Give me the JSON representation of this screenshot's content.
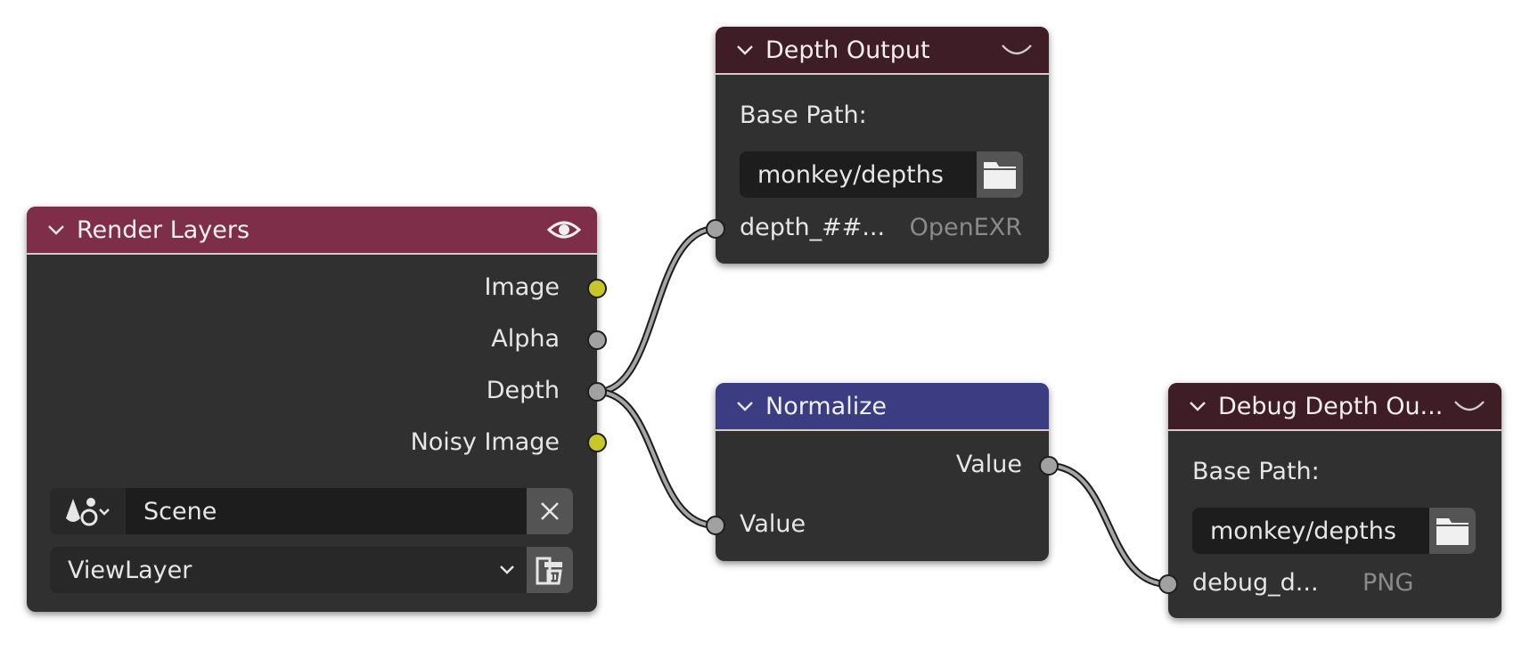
{
  "nodes": {
    "render_layers": {
      "title": "Render Layers",
      "header_color": "#7e2e48",
      "outputs": [
        "Image",
        "Alpha",
        "Depth",
        "Noisy Image"
      ],
      "scene": "Scene",
      "view_layer": "ViewLayer"
    },
    "depth_output": {
      "title": "Depth Output",
      "header_color": "#3f1d27",
      "base_path_label": "Base Path:",
      "base_path": "monkey/depths",
      "input_name": "depth_##...",
      "format": "OpenEXR"
    },
    "normalize": {
      "title": "Normalize",
      "header_color": "#3c3c83",
      "output": "Value",
      "input": "Value"
    },
    "debug_depth_output": {
      "title": "Debug Depth Ou...",
      "header_color": "#3f1d27",
      "base_path_label": "Base Path:",
      "base_path": "monkey/depths",
      "input_name": "debug_d...",
      "format": "PNG"
    }
  },
  "icons": {
    "eye": "eye-icon",
    "folder": "folder-icon",
    "close": "close-icon",
    "chevron": "chevron-down-icon",
    "scene": "scene-icon",
    "view_layer": "view-layer-icon"
  },
  "colors": {
    "socket_color": "#c7c729",
    "socket_float": "#a1a1a1",
    "link": "#a5a5a5"
  }
}
